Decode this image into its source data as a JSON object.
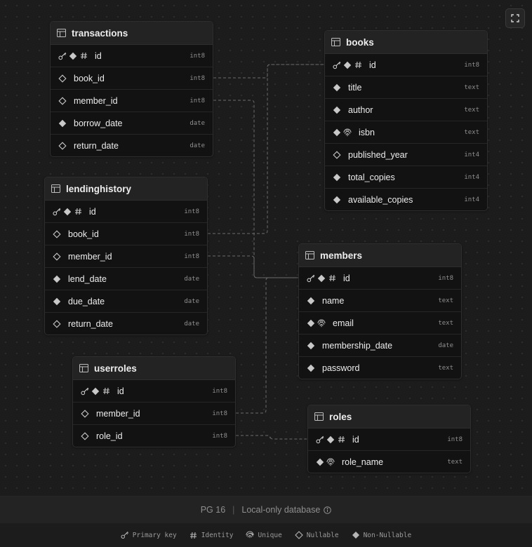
{
  "tables": [
    {
      "name": "transactions",
      "columns": [
        {
          "name": "id",
          "type": "int8",
          "flags": [
            "pk",
            "nn",
            "identity"
          ]
        },
        {
          "name": "book_id",
          "type": "int8",
          "flags": [
            "nullable"
          ]
        },
        {
          "name": "member_id",
          "type": "int8",
          "flags": [
            "nullable"
          ]
        },
        {
          "name": "borrow_date",
          "type": "date",
          "flags": [
            "nn"
          ]
        },
        {
          "name": "return_date",
          "type": "date",
          "flags": [
            "nullable"
          ]
        }
      ]
    },
    {
      "name": "books",
      "columns": [
        {
          "name": "id",
          "type": "int8",
          "flags": [
            "pk",
            "nn",
            "identity"
          ]
        },
        {
          "name": "title",
          "type": "text",
          "flags": [
            "nn"
          ]
        },
        {
          "name": "author",
          "type": "text",
          "flags": [
            "nn"
          ]
        },
        {
          "name": "isbn",
          "type": "text",
          "flags": [
            "nn",
            "unique"
          ]
        },
        {
          "name": "published_year",
          "type": "int4",
          "flags": [
            "nullable"
          ]
        },
        {
          "name": "total_copies",
          "type": "int4",
          "flags": [
            "nn"
          ]
        },
        {
          "name": "available_copies",
          "type": "int4",
          "flags": [
            "nn"
          ]
        }
      ]
    },
    {
      "name": "lendinghistory",
      "columns": [
        {
          "name": "id",
          "type": "int8",
          "flags": [
            "pk",
            "nn",
            "identity"
          ]
        },
        {
          "name": "book_id",
          "type": "int8",
          "flags": [
            "nullable"
          ]
        },
        {
          "name": "member_id",
          "type": "int8",
          "flags": [
            "nullable"
          ]
        },
        {
          "name": "lend_date",
          "type": "date",
          "flags": [
            "nn"
          ]
        },
        {
          "name": "due_date",
          "type": "date",
          "flags": [
            "nn"
          ]
        },
        {
          "name": "return_date",
          "type": "date",
          "flags": [
            "nullable"
          ]
        }
      ]
    },
    {
      "name": "members",
      "columns": [
        {
          "name": "id",
          "type": "int8",
          "flags": [
            "pk",
            "nn",
            "identity"
          ]
        },
        {
          "name": "name",
          "type": "text",
          "flags": [
            "nn"
          ]
        },
        {
          "name": "email",
          "type": "text",
          "flags": [
            "nn",
            "unique"
          ]
        },
        {
          "name": "membership_date",
          "type": "date",
          "flags": [
            "nn"
          ]
        },
        {
          "name": "password",
          "type": "text",
          "flags": [
            "nn"
          ]
        }
      ]
    },
    {
      "name": "userroles",
      "columns": [
        {
          "name": "id",
          "type": "int8",
          "flags": [
            "pk",
            "nn",
            "identity"
          ]
        },
        {
          "name": "member_id",
          "type": "int8",
          "flags": [
            "nullable"
          ]
        },
        {
          "name": "role_id",
          "type": "int8",
          "flags": [
            "nullable"
          ]
        }
      ]
    },
    {
      "name": "roles",
      "columns": [
        {
          "name": "id",
          "type": "int8",
          "flags": [
            "pk",
            "nn",
            "identity"
          ]
        },
        {
          "name": "role_name",
          "type": "text",
          "flags": [
            "nn",
            "unique"
          ]
        }
      ]
    }
  ],
  "relations": [
    {
      "from": "transactions.book_id",
      "to": "books.id"
    },
    {
      "from": "transactions.member_id",
      "to": "members.id"
    },
    {
      "from": "lendinghistory.book_id",
      "to": "books.id"
    },
    {
      "from": "lendinghistory.member_id",
      "to": "members.id"
    },
    {
      "from": "userroles.member_id",
      "to": "members.id"
    },
    {
      "from": "userroles.role_id",
      "to": "roles.id"
    }
  ],
  "footer": {
    "pg_version": "PG 16",
    "db_mode": "Local-only database"
  },
  "legend": {
    "primary_key": "Primary key",
    "identity": "Identity",
    "unique": "Unique",
    "nullable": "Nullable",
    "non_nullable": "Non-Nullable"
  },
  "colors": {
    "background": "#1c1c1c",
    "card": "#121212",
    "header": "#232323",
    "edge": "#6b6b6b"
  }
}
